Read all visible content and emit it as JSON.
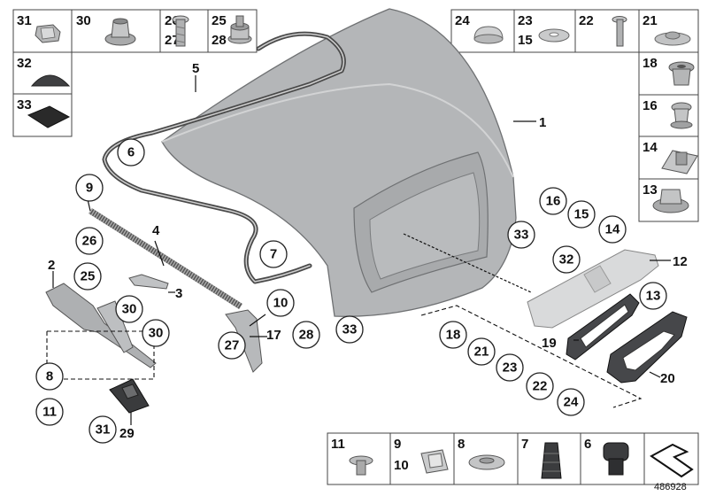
{
  "diagram_id": "486928",
  "colors": {
    "panel": "#b4b6b8",
    "panel_light": "#d9dadb",
    "part_dark": "#555759",
    "seal": "#4a4a4a"
  },
  "callouts": {
    "c1": "1",
    "c2": "2",
    "c3": "3",
    "c4": "4",
    "c5": "5",
    "c6": "6",
    "c7": "7",
    "c8": "8",
    "c9": "9",
    "c10": "10",
    "c11": "11",
    "c12": "12",
    "c13": "13",
    "c14": "14",
    "c15": "15",
    "c16": "16",
    "c17": "17",
    "c18": "18",
    "c19": "19",
    "c20": "20",
    "c21": "21",
    "c22": "22",
    "c23": "23",
    "c24": "24",
    "c25": "25",
    "c26": "26",
    "c27": "27",
    "c28": "28",
    "c29": "29",
    "c30a": "30",
    "c30b": "30",
    "c31": "31",
    "c32": "32",
    "c33a": "33",
    "c33b": "33"
  },
  "legend": {
    "l31": "31",
    "l30": "30",
    "l26": "26",
    "l27": "27",
    "l25": "25",
    "l28": "28",
    "l32": "32",
    "l33": "33",
    "l24": "24",
    "l23": "23",
    "l15": "15",
    "l22": "22",
    "l21": "21",
    "l18": "18",
    "l16": "16",
    "l14": "14",
    "l13": "13",
    "l11": "11",
    "l9": "9",
    "l10": "10",
    "l8": "8",
    "l7": "7",
    "l6": "6"
  }
}
